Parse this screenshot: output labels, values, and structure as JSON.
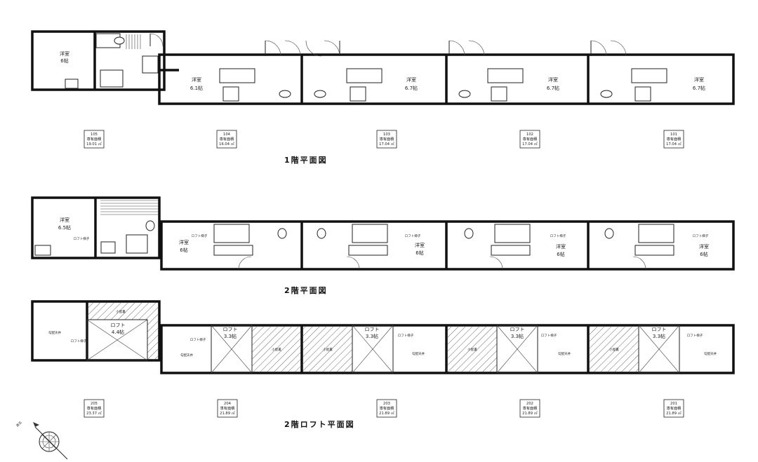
{
  "floor1": {
    "title": "1階平面図",
    "rooms": {
      "r105": {
        "name": "洋室",
        "size": "6帖"
      },
      "r104": {
        "name": "洋室",
        "size": "6.1帖"
      },
      "r103": {
        "name": "洋室",
        "size": "6.7帖"
      },
      "r102": {
        "name": "洋室",
        "size": "6.7帖"
      },
      "r101": {
        "name": "洋室",
        "size": "6.7帖"
      }
    },
    "units": [
      {
        "no": "105",
        "label": "専有面積",
        "area": "19.01 ㎡"
      },
      {
        "no": "104",
        "label": "専有面積",
        "area": "16.04 ㎡"
      },
      {
        "no": "103",
        "label": "専有面積",
        "area": "17.04 ㎡"
      },
      {
        "no": "102",
        "label": "専有面積",
        "area": "17.04 ㎡"
      },
      {
        "no": "101",
        "label": "専有面積",
        "area": "17.04 ㎡"
      }
    ]
  },
  "floor2": {
    "title": "2階平面図",
    "ladder": "ロフト梯子",
    "rooms": {
      "r205": {
        "name": "洋室",
        "size": "6.5帖"
      },
      "r204": {
        "name": "洋室",
        "size": "6帖"
      },
      "r203": {
        "name": "洋室",
        "size": "6帖"
      },
      "r202": {
        "name": "洋室",
        "size": "6帖"
      },
      "r201": {
        "name": "洋室",
        "size": "6帖"
      }
    }
  },
  "loft": {
    "title": "2階ロフト平面図",
    "loft_label": "ロフト",
    "sloped_ceiling": "勾配天井",
    "void": "小屋裏",
    "ladder": "ロフト梯子",
    "sizes": {
      "l205": "4.4帖",
      "l204": "3.3帖",
      "l203": "3.3帖",
      "l202": "3.3帖",
      "l201": "3.3帖"
    },
    "units": [
      {
        "no": "205",
        "label": "専有面積",
        "area": "23.37 ㎡"
      },
      {
        "no": "204",
        "label": "専有面積",
        "area": "21.89 ㎡"
      },
      {
        "no": "203",
        "label": "専有面積",
        "area": "21.89 ㎡"
      },
      {
        "no": "202",
        "label": "専有面積",
        "area": "21.89 ㎡"
      },
      {
        "no": "201",
        "label": "専有面積",
        "area": "21.89 ㎡"
      }
    ]
  },
  "compass": {
    "label": "真北"
  }
}
